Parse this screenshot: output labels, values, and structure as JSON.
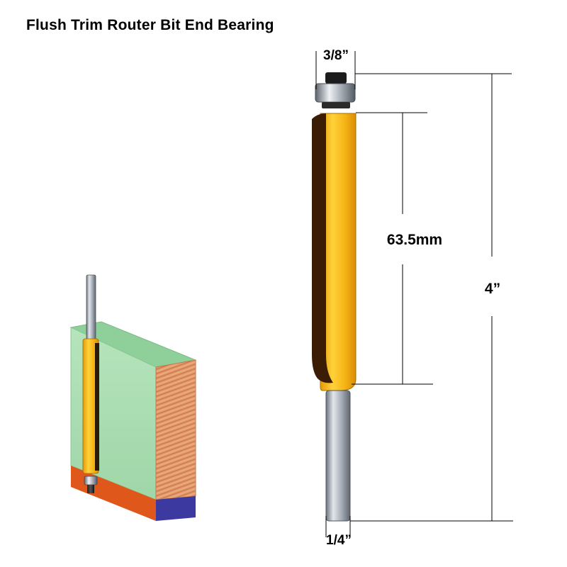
{
  "title": "Flush Trim Router Bit End Bearing",
  "dimensions": {
    "bearing_diameter": "3/8”",
    "cutting_length": "63.5mm",
    "overall_length": "4”",
    "shank_diameter": "1/4”"
  },
  "colors": {
    "bit_yellow": "#f3ae0f",
    "flute_dark": "#3b1d06",
    "shank_steel": "#9aa2ad",
    "bearing_dark": "#1c1c1c",
    "wood_face": "#a9dcb1",
    "wood_grain": "#d98a5c",
    "edge_orange": "#e0571c",
    "base_blue": "#3c3aa0"
  }
}
